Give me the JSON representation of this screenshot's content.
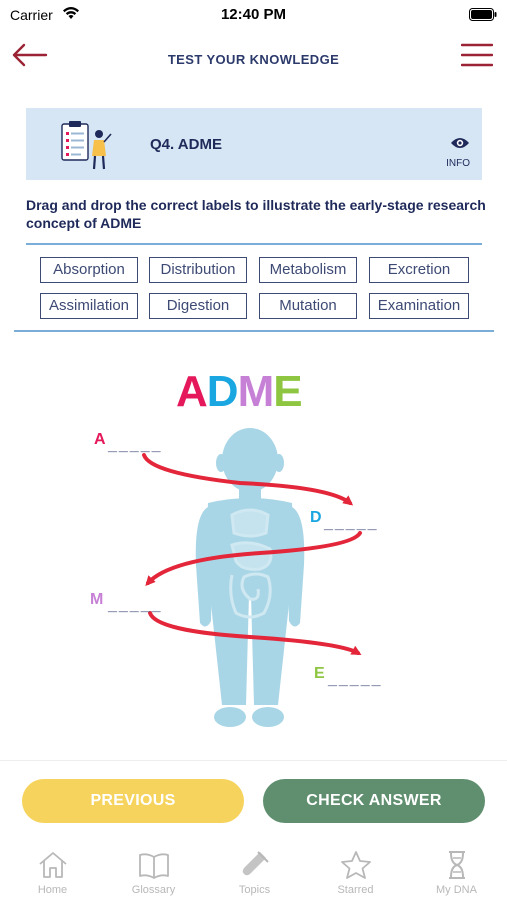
{
  "status": {
    "carrier": "Carrier",
    "time": "12:40 PM"
  },
  "nav": {
    "title": "TEST YOUR KNOWLEDGE"
  },
  "question": {
    "title": "Q4. ADME",
    "info_label": "INFO",
    "instruction": "Drag and drop the correct labels to illustrate the early-stage research concept of ADME"
  },
  "labels": [
    "Absorption",
    "Distribution",
    "Metabolism",
    "Excretion",
    "Assimilation",
    "Digestion",
    "Mutation",
    "Examination"
  ],
  "diagram": {
    "title_letters": [
      "A",
      "D",
      "M",
      "E"
    ],
    "title_colors": [
      "#e4185a",
      "#1aa6e0",
      "#c680d6",
      "#8ec641"
    ],
    "slots": [
      {
        "letter": "A",
        "blank": "_____",
        "color": "#e4185a"
      },
      {
        "letter": "D",
        "blank": "_____",
        "color": "#1aa6e0"
      },
      {
        "letter": "M",
        "blank": "_____",
        "color": "#c680d6"
      },
      {
        "letter": "E",
        "blank": "_____",
        "color": "#8ec641"
      }
    ]
  },
  "buttons": {
    "previous": "PREVIOUS",
    "check": "CHECK ANSWER"
  },
  "tabs": [
    {
      "label": "Home",
      "icon": "home-icon"
    },
    {
      "label": "Glossary",
      "icon": "book-icon"
    },
    {
      "label": "Topics",
      "icon": "test-tube-icon"
    },
    {
      "label": "Starred",
      "icon": "star-icon"
    },
    {
      "label": "My DNA",
      "icon": "dna-icon"
    }
  ],
  "colors": {
    "accent_red": "#9b2335",
    "navy": "#1f2a5a",
    "yellow": "#f6d35c",
    "green": "#5f8f6f",
    "card_bg": "#d6e6f4"
  }
}
